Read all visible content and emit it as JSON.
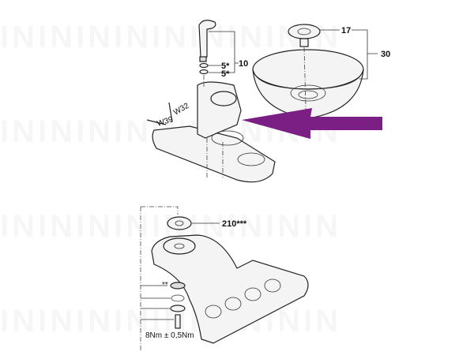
{
  "labels": {
    "seal_upper": "5*",
    "seal_lower": "5*",
    "hose_assembly": "10",
    "strainer": "17",
    "bowl": "30",
    "hose_w32": "W32",
    "hose_w39": "W39",
    "joint": "210***",
    "washer": "**",
    "torque": "8Nm ± 0,5Nm"
  },
  "colors": {
    "arrow": "#7b1f84",
    "line": "#222222"
  }
}
